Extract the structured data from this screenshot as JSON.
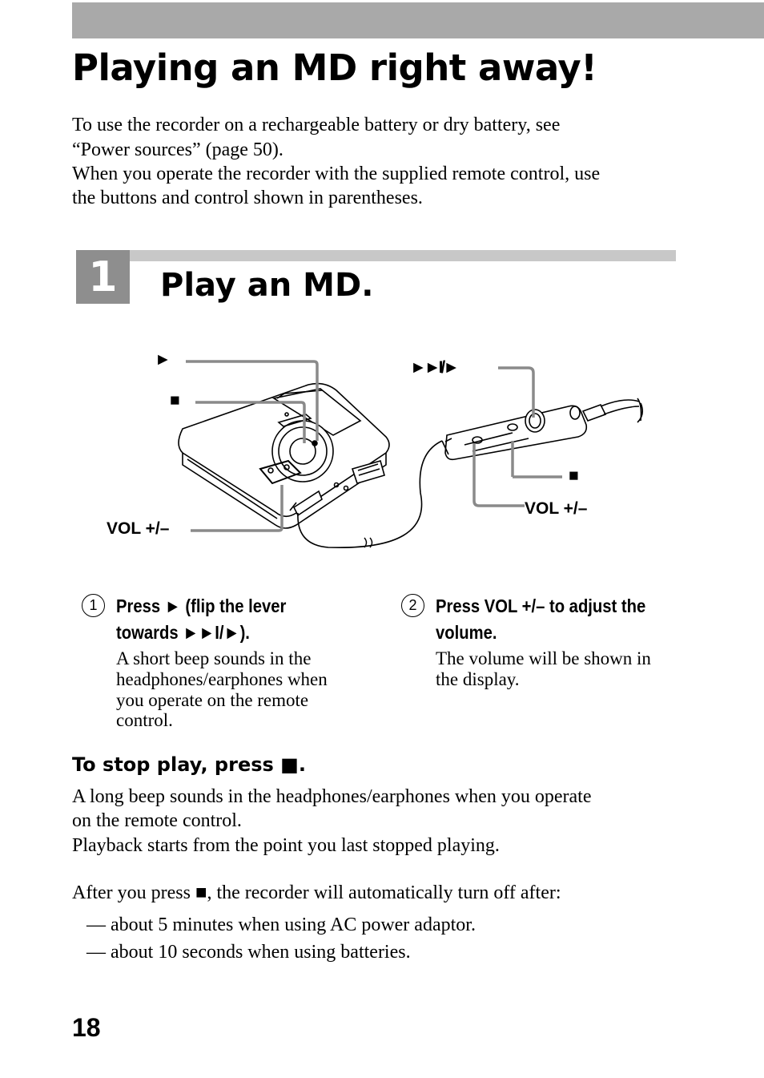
{
  "header": {
    "title": "Playing an MD right away!"
  },
  "intro": {
    "line1": "To use the recorder on a rechargeable battery or dry battery, see",
    "line2": "“Power sources” (page 50).",
    "line3": "When you operate the recorder with the supplied remote control, use",
    "line4": "the buttons and control shown in parentheses."
  },
  "step": {
    "number": "1",
    "title": "Play an MD."
  },
  "illustration": {
    "label_play": "►",
    "label_stop_left": "■",
    "label_vol_left": "VOL +/–",
    "label_next_play": "►►I/►",
    "label_stop_right": "■",
    "label_vol_right": "VOL +/–"
  },
  "instructions": [
    {
      "num": "1",
      "head_line1": "Press ► (flip the lever",
      "head_line2": "towards ►►I/►).",
      "body": [
        "A short beep sounds in the",
        "headphones/earphones when",
        "you operate on the remote",
        "control."
      ]
    },
    {
      "num": "2",
      "head_line1": "Press VOL +/– to adjust the",
      "head_line2": "volume.",
      "body": [
        "The volume will be shown in",
        "the display."
      ]
    }
  ],
  "stop": {
    "heading": "To stop play, press ■.",
    "line1": "A long beep sounds in the headphones/earphones when you operate",
    "line2": "on the remote control.",
    "line3": "Playback starts from the point you last stopped playing.",
    "after": "After you press ■, the recorder will automatically turn off after:",
    "bullets": [
      "— about 5 minutes when using AC power adaptor.",
      "— about 10 seconds when using batteries."
    ]
  },
  "page_number": "18"
}
